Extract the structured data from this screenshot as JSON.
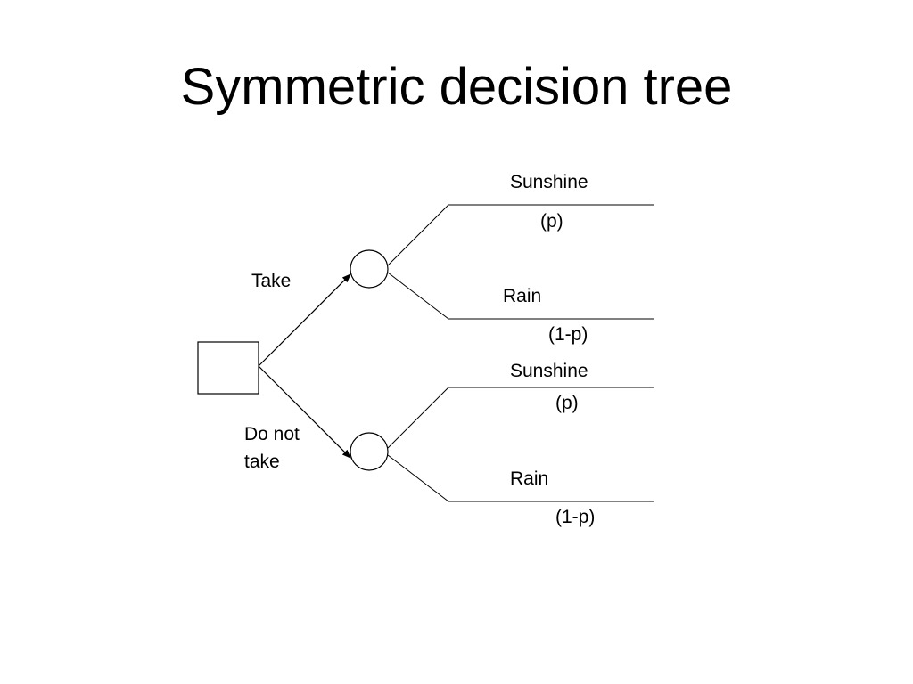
{
  "slide": {
    "title": "Symmetric decision tree"
  },
  "decision": {
    "options": [
      {
        "label": "Take"
      },
      {
        "label": "Do not\ntake"
      }
    ]
  },
  "chance": {
    "take": {
      "outcomes": [
        {
          "name": "Sunshine",
          "probability": "(p)"
        },
        {
          "name": "Rain",
          "probability": "(1-p)"
        }
      ]
    },
    "do_not_take": {
      "outcomes": [
        {
          "name": "Sunshine",
          "probability": "(p)"
        },
        {
          "name": "Rain",
          "probability": "(1-p)"
        }
      ]
    }
  },
  "colors": {
    "line": "#000000",
    "node_fill": "#ffffff",
    "background": "#ffffff"
  }
}
